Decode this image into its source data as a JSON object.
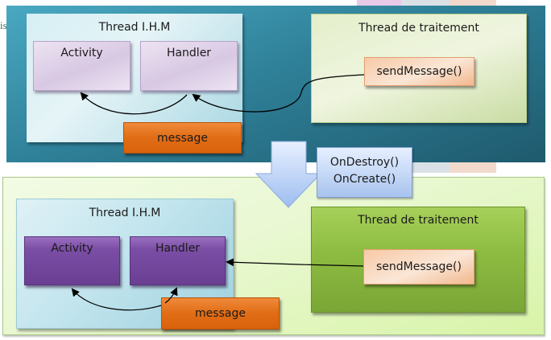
{
  "stray_text": "is",
  "colors": {
    "top_background": "#2f8199",
    "bottom_background": "#eaf8d4",
    "message_orange": "#e06d15",
    "send_peach": "#f7c9a6",
    "purple_dark": "#7b4ea5",
    "purple_light": "#ddd0e8",
    "green_thread": "#8fbd42",
    "lifecycle_blue": "#c7daf7"
  },
  "top": {
    "ui_thread": {
      "title": "Thread I.H.M",
      "activity": "Activity",
      "handler": "Handler",
      "message": "message"
    },
    "worker_thread": {
      "title": "Thread de traitement",
      "send": "sendMessage()"
    }
  },
  "transition": {
    "line1": "OnDestroy()",
    "line2": "OnCreate()"
  },
  "bottom": {
    "ui_thread": {
      "title": "Thread I.H.M",
      "activity": "Activity",
      "handler": "Handler",
      "message": "message"
    },
    "worker_thread": {
      "title": "Thread de traitement",
      "send": "sendMessage()"
    }
  }
}
